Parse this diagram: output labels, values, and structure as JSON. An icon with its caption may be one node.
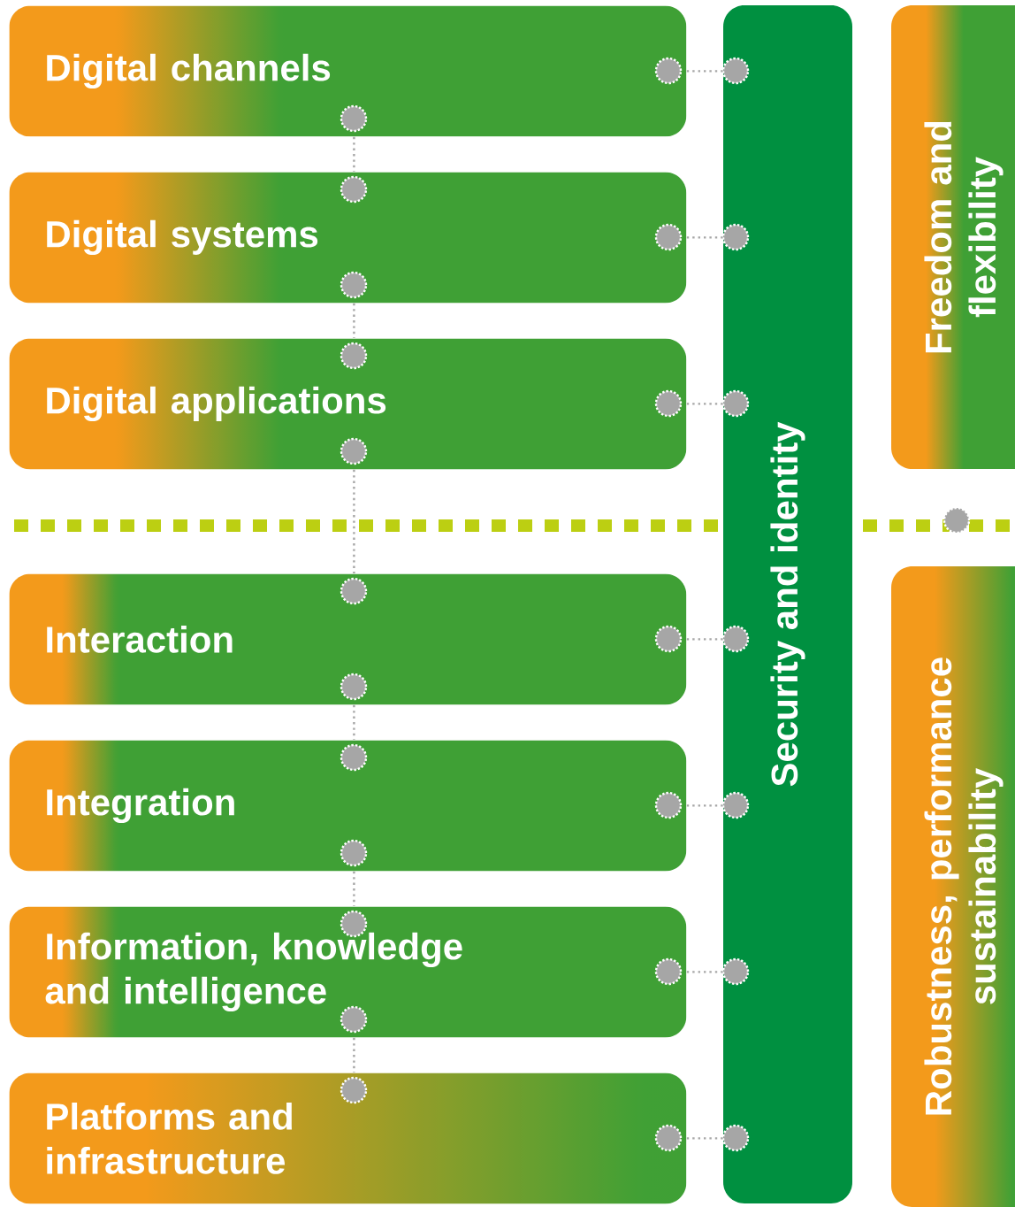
{
  "diagram": {
    "nodes": [
      {
        "text": [
          "Digital channels"
        ]
      },
      {
        "text": [
          "Digital systems"
        ]
      },
      {
        "text": [
          "Digital applications"
        ]
      },
      {
        "text": [
          "Interaction"
        ]
      },
      {
        "text": [
          "Integration"
        ]
      },
      {
        "text": [
          "Information, knowledge and intelligence"
        ]
      },
      {
        "text": [
          "Platforms and infrastructure"
        ]
      },
      {
        "text": [
          "Security and identity"
        ]
      },
      {
        "text": [
          "Freedom and flexibility"
        ]
      },
      {
        "text": [
          "Robustness, performance sustainability"
        ]
      },
      {
        "text": [],
        "shape": "circle"
      }
    ],
    "edges": [
      {
        "from": 0,
        "to": 1,
        "arrow": "none",
        "style": "dashed"
      },
      {
        "from": 1,
        "to": 2,
        "arrow": "none",
        "style": "dashed"
      },
      {
        "from": 2,
        "to": 3,
        "arrow": "none",
        "style": "dashed"
      },
      {
        "from": 3,
        "to": 4,
        "arrow": "none",
        "style": "dashed"
      },
      {
        "from": 4,
        "to": 5,
        "arrow": "none",
        "style": "dashed"
      },
      {
        "from": 5,
        "to": 6,
        "arrow": "none",
        "style": "dashed"
      },
      {
        "from": 0,
        "to": 7,
        "arrow": "none",
        "style": "dashed"
      },
      {
        "from": 1,
        "to": 7,
        "arrow": "none",
        "style": "dashed"
      },
      {
        "from": 2,
        "to": 7,
        "arrow": "none",
        "style": "dashed"
      },
      {
        "from": 3,
        "to": 7,
        "arrow": "none",
        "style": "dashed"
      },
      {
        "from": 4,
        "to": 7,
        "arrow": "none",
        "style": "dashed"
      },
      {
        "from": 5,
        "to": 7,
        "arrow": "none",
        "style": "dashed"
      },
      {
        "from": 6,
        "to": 7,
        "arrow": "none",
        "style": "dashed"
      }
    ]
  }
}
